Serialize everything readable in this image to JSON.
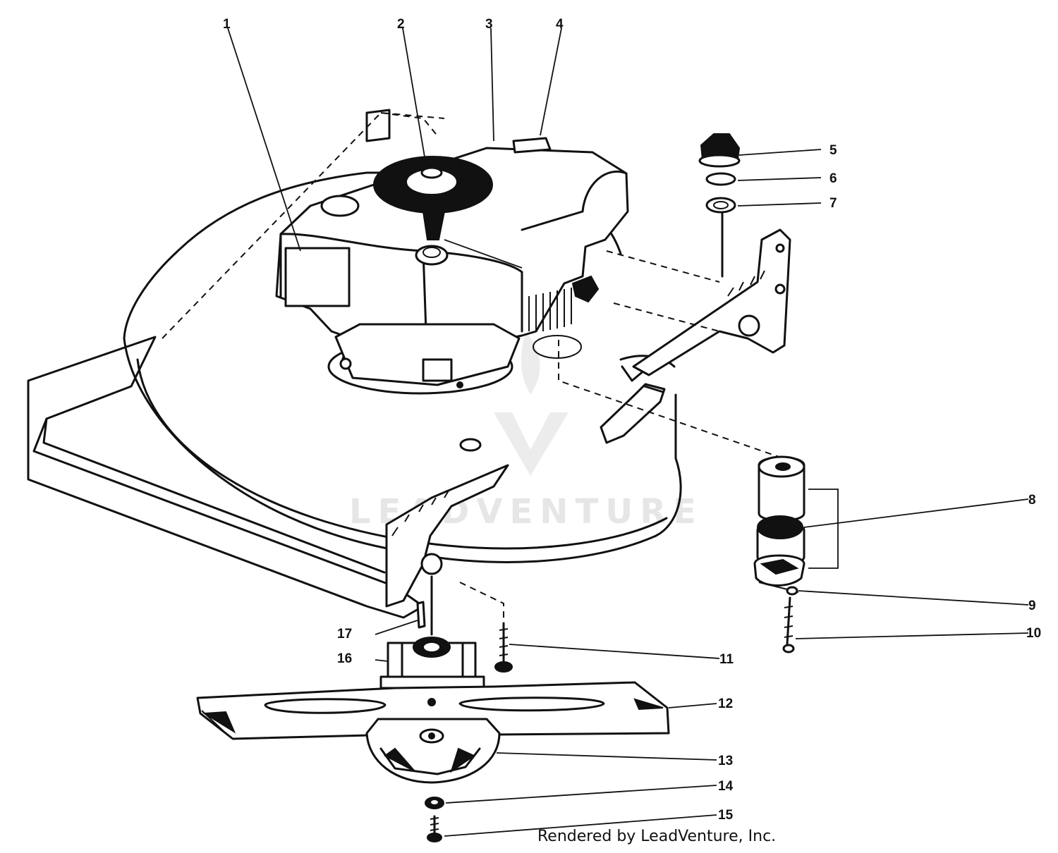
{
  "colors": {
    "line": "#111111",
    "watermark": "#e6e6e6",
    "background": "#ffffff"
  },
  "watermark": {
    "text": "LEADVENTURE",
    "icon": "leadventure-flame-v-logo"
  },
  "credit": "Rendered by LeadVenture, Inc.",
  "callouts": [
    {
      "id": "1",
      "label": "1"
    },
    {
      "id": "2",
      "label": "2"
    },
    {
      "id": "3",
      "label": "3"
    },
    {
      "id": "4",
      "label": "4"
    },
    {
      "id": "5",
      "label": "5"
    },
    {
      "id": "6",
      "label": "6"
    },
    {
      "id": "7",
      "label": "7"
    },
    {
      "id": "8",
      "label": "8"
    },
    {
      "id": "9",
      "label": "9"
    },
    {
      "id": "10",
      "label": "10"
    },
    {
      "id": "11",
      "label": "11"
    },
    {
      "id": "12",
      "label": "12"
    },
    {
      "id": "13",
      "label": "13"
    },
    {
      "id": "14",
      "label": "14"
    },
    {
      "id": "15",
      "label": "15"
    },
    {
      "id": "16",
      "label": "16"
    },
    {
      "id": "17",
      "label": "17"
    }
  ]
}
